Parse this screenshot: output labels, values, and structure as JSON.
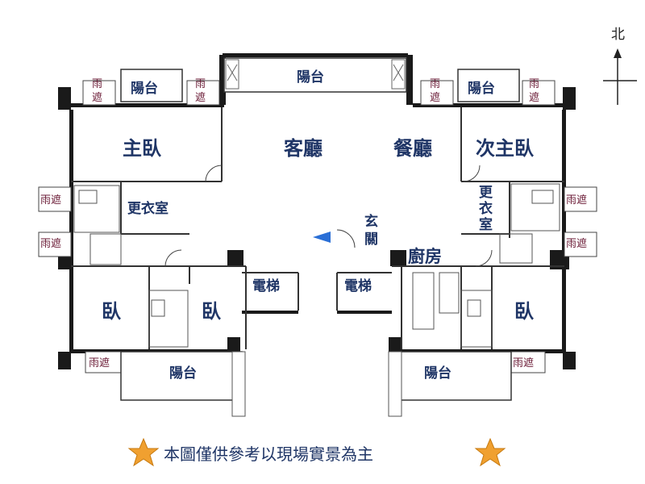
{
  "compass": {
    "label": "北"
  },
  "rooms": {
    "living": "客廳",
    "dining": "餐廳",
    "master": "主臥",
    "second_master": "次主臥",
    "closet_left": "更衣室",
    "closet_right": "更衣室",
    "entrance": "玄關",
    "kitchen": "廚房",
    "elevator_left": "電梯",
    "elevator_right": "電梯",
    "bedroom_left_a": "臥",
    "bedroom_left_b": "臥",
    "bedroom_right": "臥"
  },
  "balconies": {
    "top_center": "陽台",
    "top_left": "陽台",
    "top_right": "陽台",
    "bottom_left": "陽台",
    "bottom_right": "陽台"
  },
  "rain_shelters": {
    "label": "雨遮"
  },
  "disclaimer": "本圖僅供參考以現場實景為主",
  "colors": {
    "room_label": "#1f3566",
    "rain_label": "#6a1a35",
    "star": "#f0a030",
    "arrow": "#2a6fd6"
  }
}
